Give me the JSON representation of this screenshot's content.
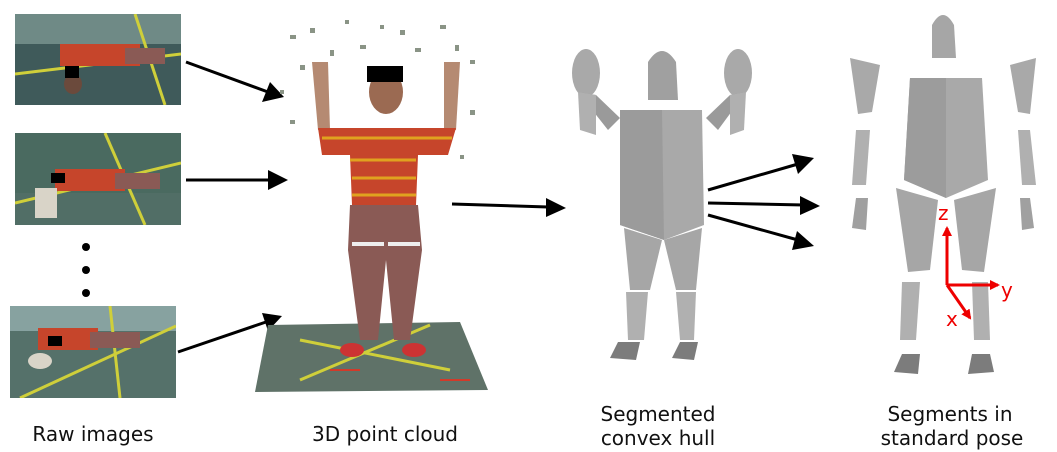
{
  "captions": {
    "raw_images": "Raw images",
    "point_cloud": "3D point cloud",
    "hull_line1": "Segmented",
    "hull_line2": "convex hull",
    "pose_line1": "Segments in",
    "pose_line2": "standard pose"
  },
  "axes": {
    "z": "z",
    "y": "y",
    "x": "x",
    "color": "#ee0000"
  },
  "colors": {
    "mesh": "#a9a9a9",
    "mesh_dark": "#7c7c7c",
    "arrow": "#000000",
    "floor": "#5f7268",
    "shirt": "#c6452b",
    "pants": "#8a5a55"
  }
}
